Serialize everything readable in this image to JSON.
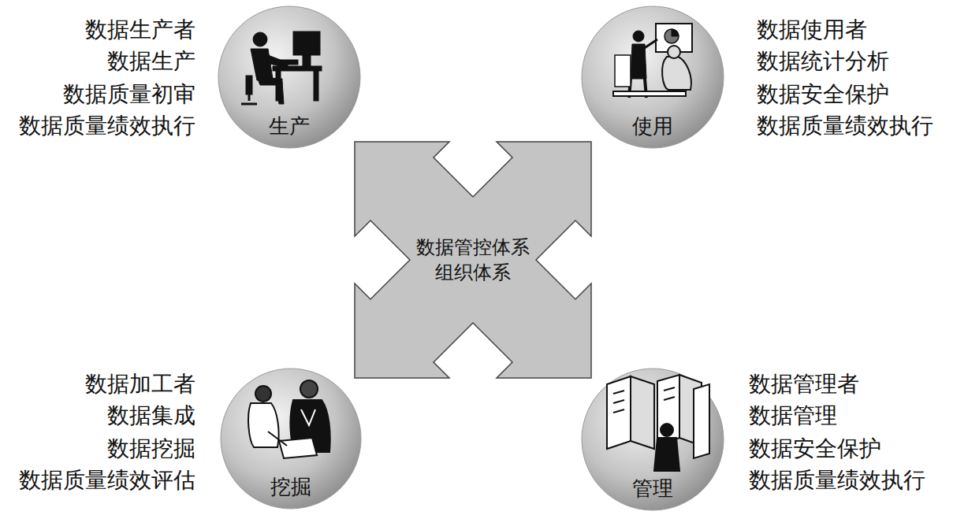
{
  "diagram": {
    "nodes": [
      {
        "text": [
          "生产"
        ]
      },
      {
        "text": [
          "使用"
        ]
      },
      {
        "text": [
          "数据管控体系 组织体系"
        ]
      },
      {
        "text": [
          "挖掘"
        ]
      },
      {
        "text": [
          "管理"
        ]
      }
    ],
    "labels": [
      "数据生产者",
      "数据生产",
      "数据质量初审",
      "数据质量绩效执行",
      "数据使用者",
      "数据统计分析",
      "数据安全保护",
      "数据质量绩效执行",
      "数据加工者",
      "数据集成",
      "数据挖掘",
      "数据质量绩效评估",
      "数据管理者",
      "数据管理",
      "数据安全保护",
      "数据质量绩效执行"
    ]
  }
}
